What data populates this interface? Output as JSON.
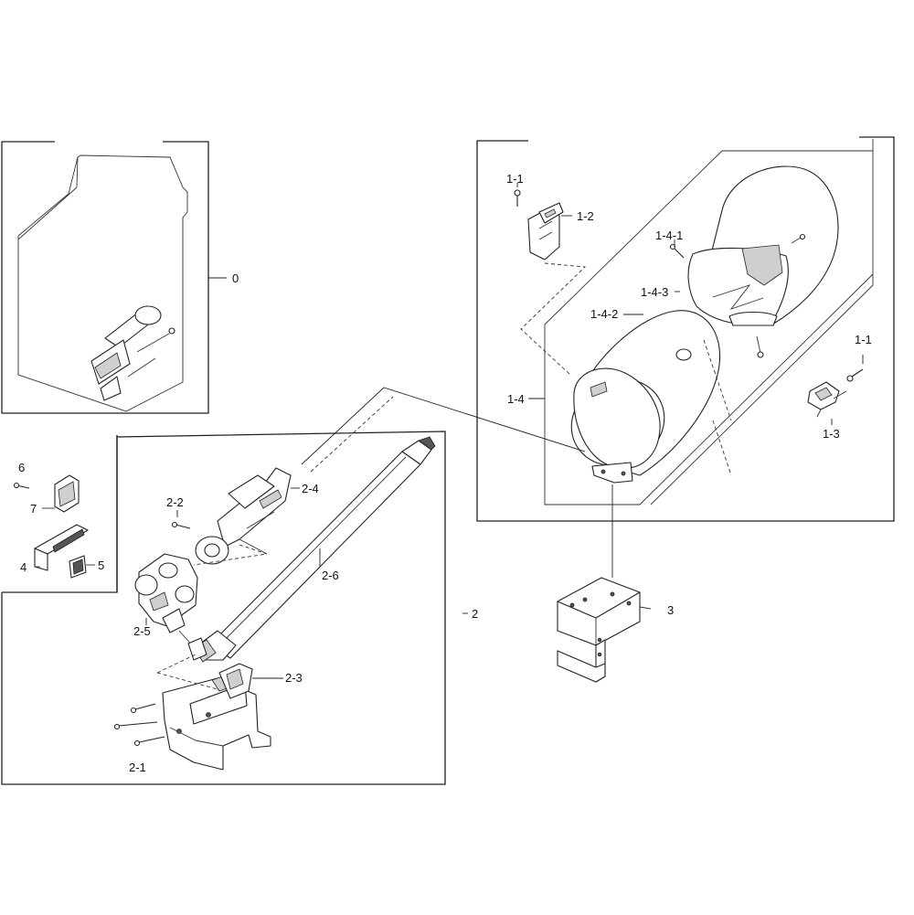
{
  "callouts": {
    "c0": "0",
    "c1_1_top": "1-1",
    "c1_2": "1-2",
    "c1_4_1": "1-4-1",
    "c1_4_3": "1-4-3",
    "c1_4_2": "1-4-2",
    "c1_4": "1-4",
    "c1_1_right": "1-1",
    "c1_3": "1-3",
    "c6": "6",
    "c7": "7",
    "c4": "4",
    "c5": "5",
    "c2_2": "2-2",
    "c2_4": "2-4",
    "c2_6": "2-6",
    "c2_5": "2-5",
    "c2": "2",
    "c2_3": "2-3",
    "c2_1": "2-1",
    "c3": "3"
  }
}
